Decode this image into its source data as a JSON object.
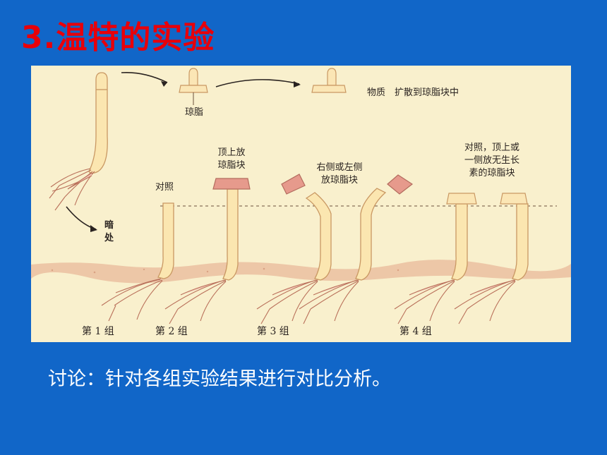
{
  "slide": {
    "title": "3.温特的实验",
    "discussion": "讨论：针对各组实验结果进行对比分析。"
  },
  "figure": {
    "labels": {
      "agar": "琼脂",
      "substance_spread": "物质　扩散到琼脂块中",
      "dark_1": "暗",
      "dark_2": "处",
      "control": "对照",
      "top_agar_1": "顶上放",
      "top_agar_2": "琼脂块",
      "side_agar_1": "右侧或左侧",
      "side_agar_2": "放琼脂块",
      "control_top_1": "对照，顶上或",
      "control_top_2": "一侧放无生长",
      "control_top_3": "素的琼脂块"
    },
    "groups": [
      "第 1 组",
      "第 2 组",
      "第 3 组",
      "第 4 组"
    ]
  },
  "colors": {
    "background": "#1166c8",
    "title": "#e8000a",
    "figure_bg": "#f9f0cd",
    "stem_fill": "#fbe6b0",
    "stem_stroke": "#c99863",
    "agar_treated": "#e69a8c",
    "agar_plain": "#fbe6b5",
    "soil": "#e8b99a"
  }
}
